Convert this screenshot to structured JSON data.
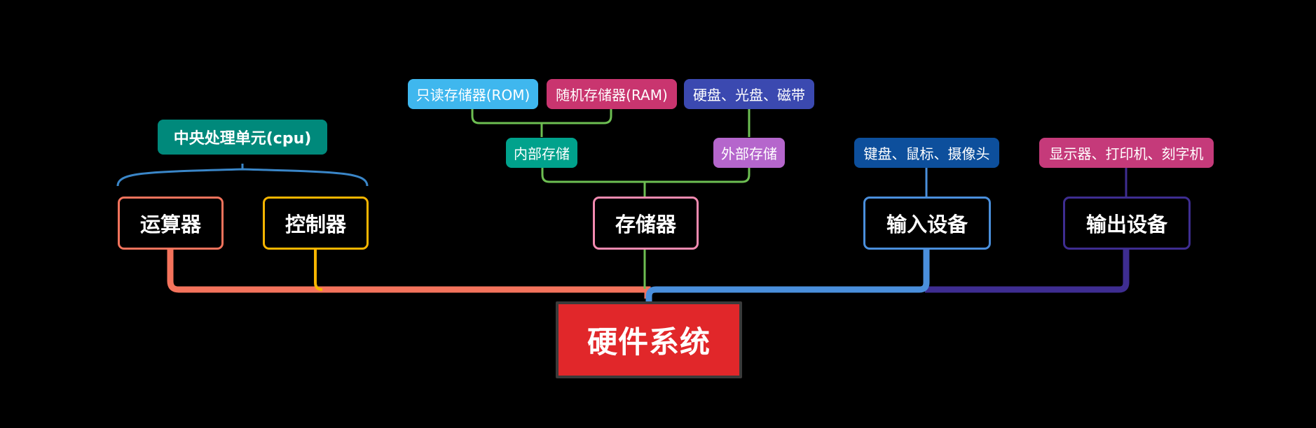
{
  "root": {
    "label": "硬件系统",
    "color": "#e1272a"
  },
  "cpu_group": {
    "label": "中央处理单元(cpu)",
    "color": "#00897b",
    "bracket_color": "#3a86c8"
  },
  "components": {
    "alu": {
      "label": "运算器",
      "color": "#f4735c"
    },
    "controller": {
      "label": "控制器",
      "color": "#f7b500"
    },
    "storage": {
      "label": "存储器",
      "color": "#f28ab0",
      "line_color": "#6dbe52"
    },
    "input": {
      "label": "输入设备",
      "color": "#4a8fdc"
    },
    "output": {
      "label": "输出设备",
      "color": "#3e2d91"
    }
  },
  "storage_types": {
    "internal": {
      "label": "内部存储",
      "color": "#00a28c"
    },
    "external": {
      "label": "外部存储",
      "color": "#b566cc"
    }
  },
  "details": {
    "rom": {
      "label": "只读存储器(ROM)",
      "color": "#3fb7ee"
    },
    "ram": {
      "label": "随机存储器(RAM)",
      "color": "#c9356f"
    },
    "disks": {
      "label": "硬盘、光盘、磁带",
      "color": "#3b49b0"
    },
    "input_devices": {
      "label": "键盘、鼠标、摄像头",
      "color": "#0d4f9c"
    },
    "output_devices": {
      "label": "显示器、打印机、刻字机",
      "color": "#c53a7a"
    }
  }
}
